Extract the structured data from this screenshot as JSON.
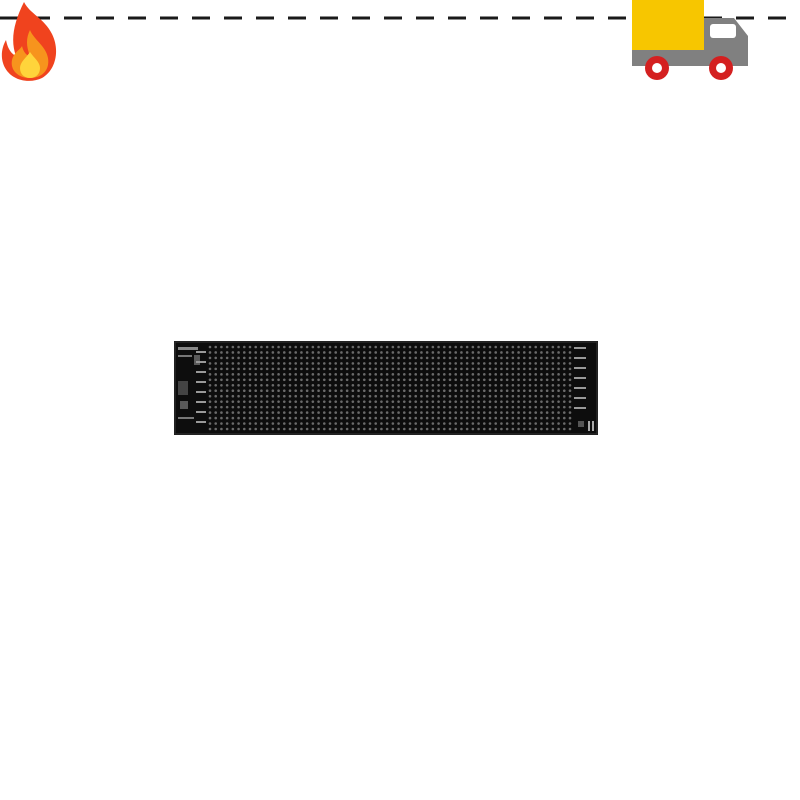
{
  "icons": {
    "left": "fire-icon",
    "right": "delivery-truck-icon"
  },
  "colors": {
    "background": "#ffffff",
    "dash_line": "#1a1a1a",
    "flame_outer": "#f0431e",
    "flame_mid": "#f7941d",
    "flame_inner": "#ffd43b",
    "truck_cargo": "#f7c600",
    "truck_cab": "#808080",
    "truck_wheel": "#d42020",
    "panel_board": "#0d0d0d",
    "panel_led": "#6a6a6a"
  },
  "product": {
    "name": "led-matrix-panel",
    "led_rows": 16,
    "led_columns": 64
  }
}
